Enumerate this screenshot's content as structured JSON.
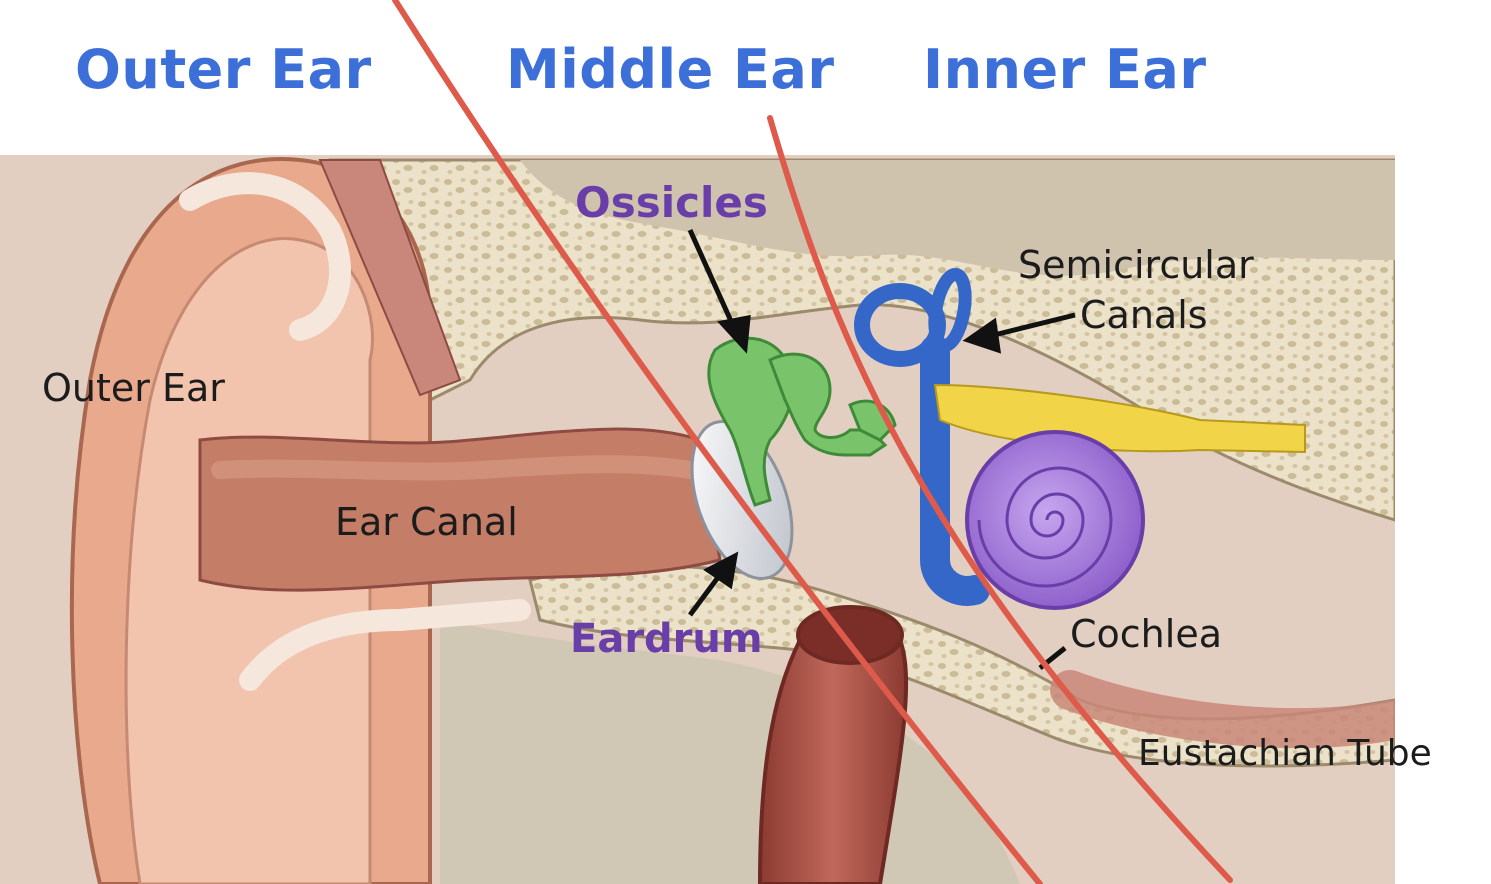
{
  "sections": {
    "outer": "Outer Ear",
    "middle": "Middle Ear",
    "inner": "Inner Ear"
  },
  "labels": {
    "outer_ear": "Outer Ear",
    "ear_canal": "Ear Canal",
    "ossicles": "Ossicles",
    "eardrum": "Eardrum",
    "semicircular_line1": "Semicircular",
    "semicircular_line2": "Canals",
    "cochlea": "Cochlea",
    "eustachian_tube": "Eustachian Tube"
  },
  "colors": {
    "section_title": "#3d6fd9",
    "divider_line": "#de5a4a",
    "ossicles": "#79c46a",
    "semicircular_canals": "#3567c8",
    "cochlea": "#9a6ed6",
    "nerve": "#f1d447",
    "eardrum": "#d9dde3",
    "bone": "#e8dcc0",
    "skin": "#e7a88f",
    "purple_label": "#6a3ea8"
  }
}
